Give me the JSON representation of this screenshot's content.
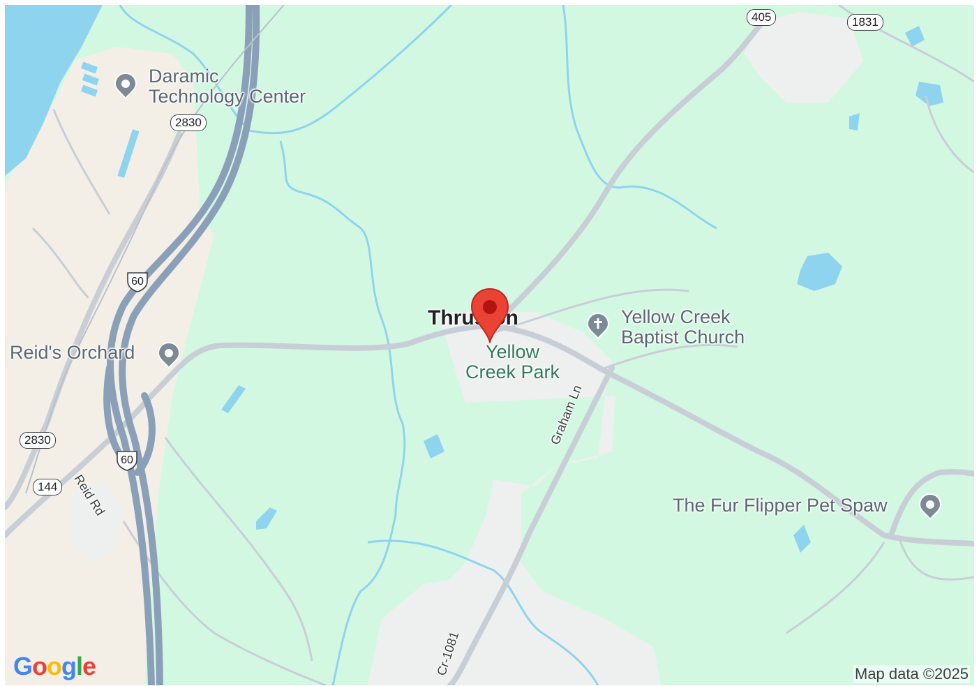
{
  "map": {
    "attribution": "Map data ©2025",
    "logo": {
      "g1": "G",
      "o1": "o",
      "o2": "o",
      "g2": "g",
      "l": "l",
      "e": "e"
    },
    "colors": {
      "land": "#d3f8e2",
      "urban": "#f3efe6",
      "water": "#8ed4ee",
      "highway": "#8aa0b8",
      "road": "#c8ced6",
      "pin": "#ea4335",
      "poi_icon": "#7b8a95"
    }
  },
  "places": {
    "daramic_line1": "Daramic",
    "daramic_line2": "Technology Center",
    "reids_orchard": "Reid's Orchard",
    "town": "Thruston",
    "park_line1": "Yellow",
    "park_line2": "Creek Park",
    "church_line1": "Yellow Creek",
    "church_line2": "Baptist Church",
    "fur_flipper": "The Fur Flipper Pet Spaw"
  },
  "roads": {
    "graham": "Graham Ln",
    "reid": "Reid Rd",
    "cr1081": "Cr-1081"
  },
  "shields": {
    "s405": "405",
    "s1831": "1831",
    "s2830_top": "2830",
    "s2830_left": "2830",
    "s144": "144",
    "us60_top": "60",
    "us60_bottom": "60"
  },
  "icons": {
    "poi": "map-pin-icon",
    "church": "church-cross-icon",
    "selected": "red-location-pin-icon"
  }
}
